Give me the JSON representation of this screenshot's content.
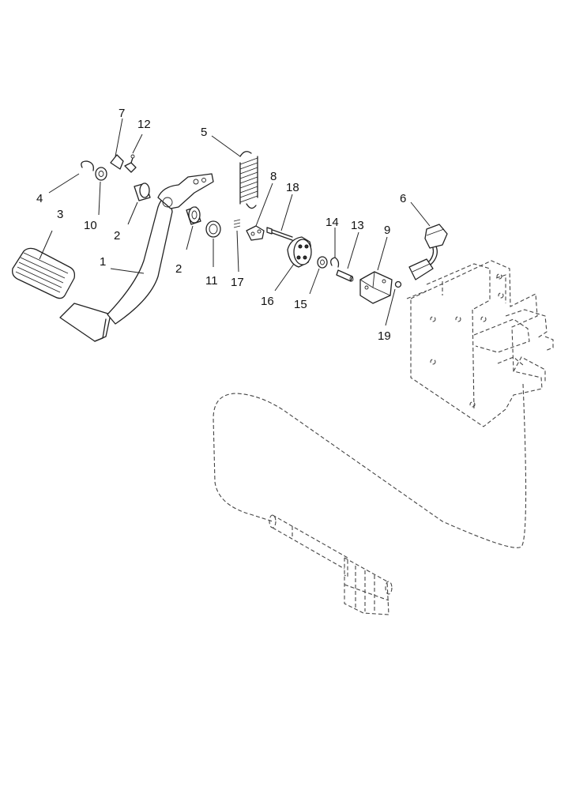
{
  "callouts": [
    {
      "id": "c1",
      "text": "1"
    },
    {
      "id": "c2a",
      "text": "2"
    },
    {
      "id": "c2b",
      "text": "2"
    },
    {
      "id": "c3",
      "text": "3"
    },
    {
      "id": "c4",
      "text": "4"
    },
    {
      "id": "c5",
      "text": "5"
    },
    {
      "id": "c6",
      "text": "6"
    },
    {
      "id": "c7",
      "text": "7"
    },
    {
      "id": "c8",
      "text": "8"
    },
    {
      "id": "c9",
      "text": "9"
    },
    {
      "id": "c10",
      "text": "10"
    },
    {
      "id": "c11",
      "text": "11"
    },
    {
      "id": "c12",
      "text": "12"
    },
    {
      "id": "c13",
      "text": "13"
    },
    {
      "id": "c14",
      "text": "14"
    },
    {
      "id": "c15",
      "text": "15"
    },
    {
      "id": "c16",
      "text": "16"
    },
    {
      "id": "c17",
      "text": "17"
    },
    {
      "id": "c18",
      "text": "18"
    },
    {
      "id": "c19",
      "text": "19"
    }
  ]
}
